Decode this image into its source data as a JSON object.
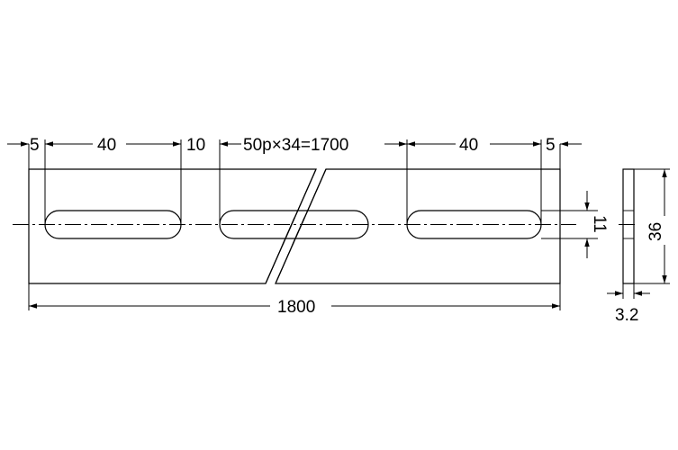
{
  "drawing": {
    "plate_fill": "#d8ecf7",
    "line_color": "#000000"
  },
  "dimensions": {
    "edge_left": "5",
    "slot_length": "40",
    "gap": "10",
    "pitch": "50p×34=1700",
    "slot_length_right": "40",
    "edge_right": "5",
    "total_length": "1800",
    "slot_width": "11",
    "height": "36",
    "thickness": "3.2"
  }
}
